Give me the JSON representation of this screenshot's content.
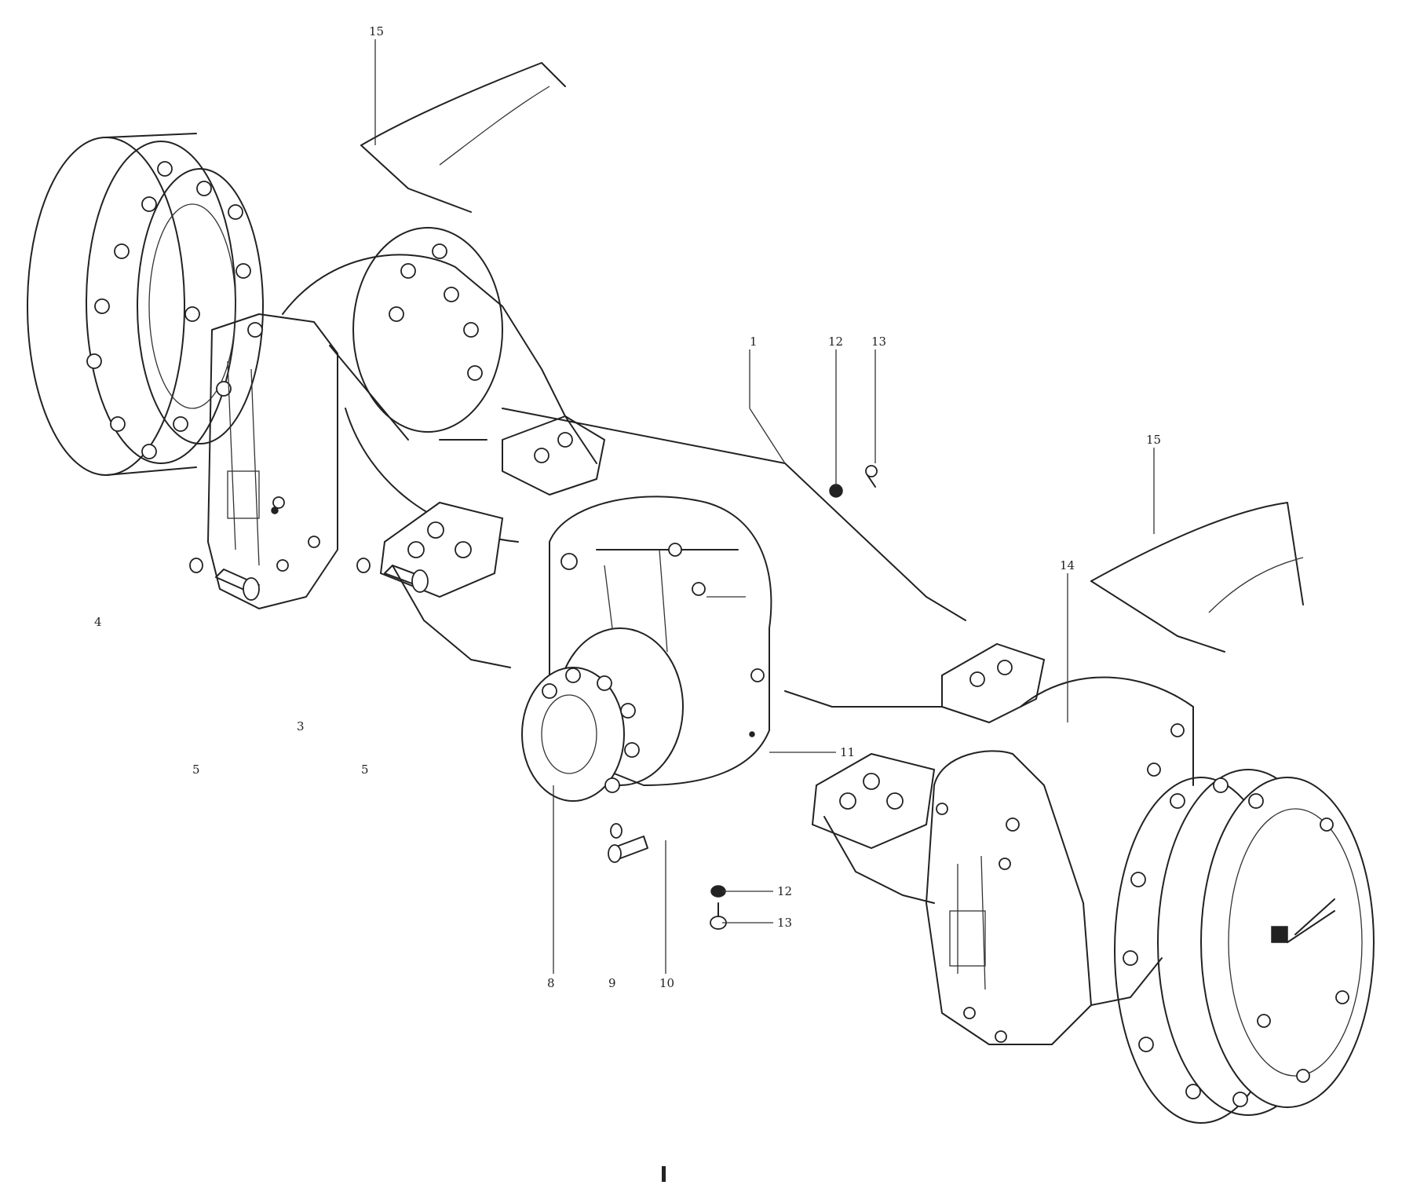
{
  "callouts": [
    {
      "id": "c15a",
      "label": "15"
    },
    {
      "id": "c4",
      "label": "4"
    },
    {
      "id": "c5a",
      "label": "5"
    },
    {
      "id": "c3",
      "label": "3"
    },
    {
      "id": "c5b",
      "label": "5"
    },
    {
      "id": "c1",
      "label": "1"
    },
    {
      "id": "c12a",
      "label": "12"
    },
    {
      "id": "c13a",
      "label": "13"
    },
    {
      "id": "c15b",
      "label": "15"
    },
    {
      "id": "c14",
      "label": "14"
    },
    {
      "id": "c11",
      "label": "11"
    },
    {
      "id": "c12b",
      "label": "12"
    },
    {
      "id": "c13b",
      "label": "13"
    },
    {
      "id": "c8",
      "label": "8"
    },
    {
      "id": "c9",
      "label": "9"
    },
    {
      "id": "c10",
      "label": "10"
    }
  ],
  "colors": {
    "ink": "#222222",
    "paper": "#ffffff"
  }
}
